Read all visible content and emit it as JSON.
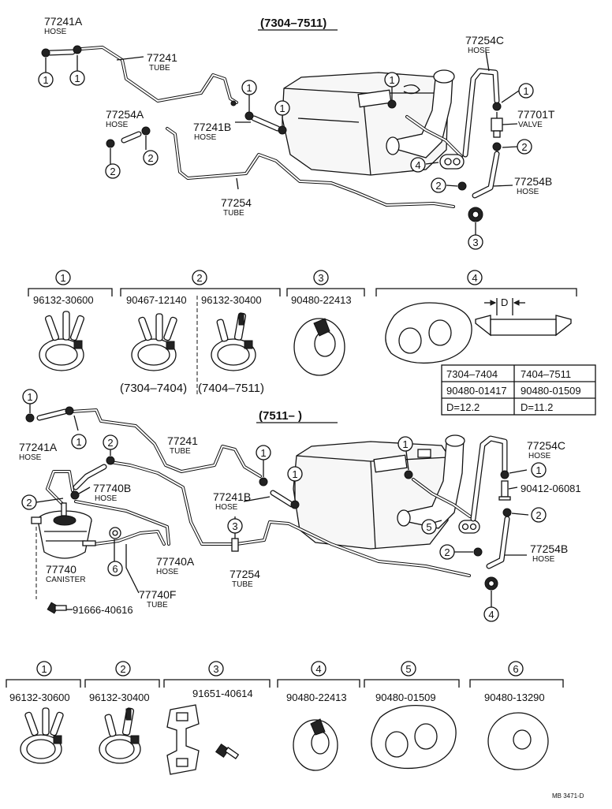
{
  "top": {
    "range": "(7304–7511)",
    "labels": {
      "p77241A": "77241A",
      "p77241A_sub": "HOSE",
      "p77241": "77241",
      "p77241_sub": "TUBE",
      "p77254A": "77254A",
      "p77254A_sub": "HOSE",
      "p77241B": "77241B",
      "p77241B_sub": "HOSE",
      "p77254": "77254",
      "p77254_sub": "TUBE",
      "p77254C": "77254C",
      "p77254C_sub": "HOSE",
      "p77701T": "77701T",
      "p77701T_sub": "VALVE",
      "p77254B": "77254B",
      "p77254B_sub": "HOSE"
    },
    "refs": [
      "1",
      "2",
      "3",
      "4"
    ]
  },
  "legend1": {
    "headers": [
      "1",
      "2",
      "3",
      "4"
    ],
    "part_1": "96132-30600",
    "part_2a": "90467-12140",
    "part_2b": "96132-30400",
    "part_3": "90480-22413",
    "variant_a": "(7304–7404)",
    "variant_b": "(7404–7511)",
    "table": {
      "cols": [
        "7304–7404",
        "7404–7511"
      ],
      "parts": [
        "90480-01417",
        "90480-01509"
      ],
      "dims": [
        "D=12.2",
        "D=11.2"
      ],
      "dim_label": "D"
    }
  },
  "bottom": {
    "range": "(7511–      )",
    "labels": {
      "p77241A": "77241A",
      "p77241A_sub": "HOSE",
      "p77241": "77241",
      "p77241_sub": "TUBE",
      "p77740B": "77740B",
      "p77740B_sub": "HOSE",
      "p77241B": "77241B",
      "p77241B_sub": "HOSE",
      "p77254C": "77254C",
      "p77254C_sub": "HOSE",
      "p90412": "90412-06081",
      "p77254B": "77254B",
      "p77254B_sub": "HOSE",
      "p77740": "77740",
      "p77740_sub": "CANISTER",
      "p77740A": "77740A",
      "p77740A_sub": "HOSE",
      "p77254": "77254",
      "p77254_sub": "TUBE",
      "p77740F": "77740F",
      "p77740F_sub": "TUBE",
      "p91666": "91666-40616"
    }
  },
  "legend2": {
    "headers": [
      "1",
      "2",
      "3",
      "4",
      "5",
      "6"
    ],
    "parts": [
      "96132-30600",
      "96132-30400",
      "91651-40614",
      "90480-22413",
      "90480-01509",
      "90480-13290"
    ]
  },
  "footer": {
    "code": "MB 3471-D"
  }
}
